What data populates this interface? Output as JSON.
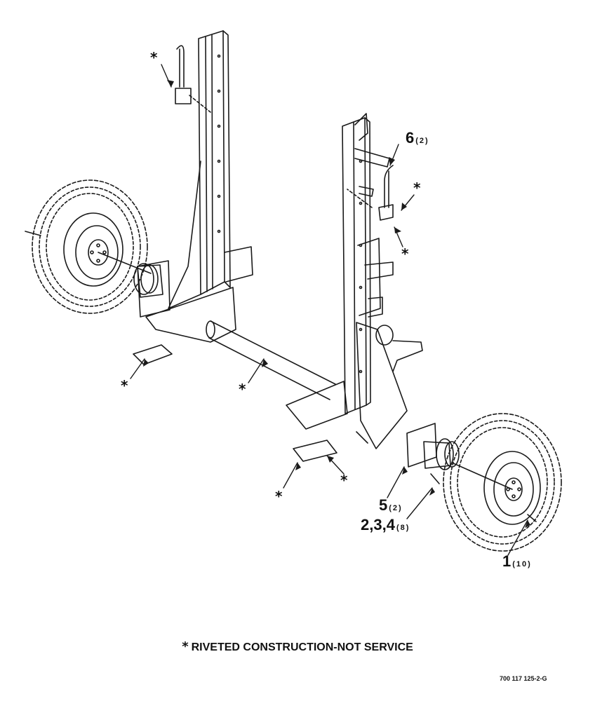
{
  "callouts": {
    "c6": {
      "num": "6",
      "qty": "(2)"
    },
    "c5": {
      "num": "5",
      "qty": "(2)"
    },
    "c234": {
      "num": "2,3,4",
      "qty": "(8)"
    },
    "c1": {
      "num": "1",
      "qty": "(10)"
    }
  },
  "marker": "*",
  "footnote": {
    "marker": "*",
    "text": "RIVETED CONSTRUCTION-NOT SERVICE"
  },
  "figure_id": "700 117 125-2-G"
}
